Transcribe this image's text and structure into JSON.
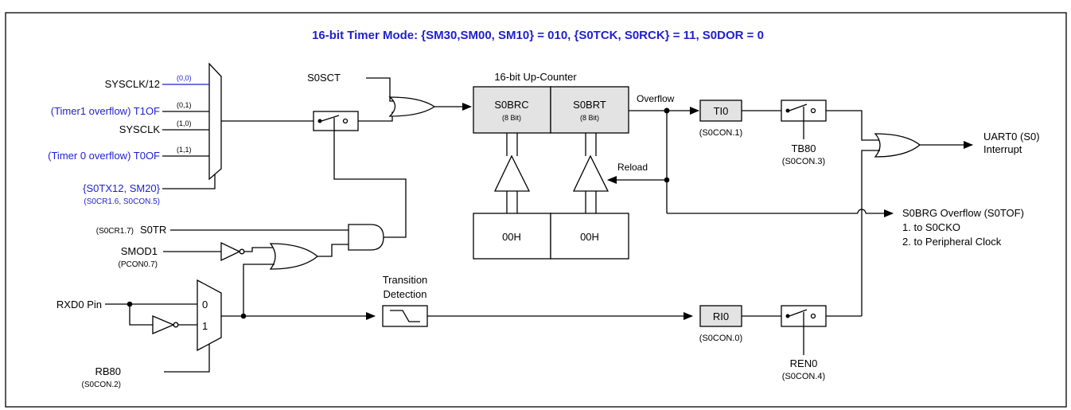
{
  "diagram": {
    "title": "16-bit Timer Mode: {SM30,SM00, SM10} = 010, {S0TCK, S0RCK} = 11, S0DOR = 0",
    "inputs": {
      "sysclk12": "SYSCLK/12",
      "t1of": "(Timer1 overflow) T1OF",
      "sysclk": "SYSCLK",
      "t0of": "(Timer 0 overflow) T0OF",
      "mux_sel": "{S0TX12, SM20}",
      "mux_sel_reg": "(S0CR1.6, S0CON.5)",
      "s0tr_reg": "(S0CR1.7)",
      "s0tr": "S0TR",
      "smod1": "SMOD1",
      "smod1_reg": "(PCON0.7)",
      "rxd0": "RXD0 Pin",
      "rb80": "RB80",
      "rb80_reg": "(S0CON.2)"
    },
    "mux_codes": [
      "(0,0)",
      "(0,1)",
      "(1,0)",
      "(1,1)"
    ],
    "mux2_inputs": [
      "0",
      "1"
    ],
    "s0sct": "S0SCT",
    "counter": {
      "title": "16-bit Up-Counter",
      "low_name": "S0BRC",
      "low_bits": "(8 Bit)",
      "high_name": "S0BRT",
      "high_bits": "(8 Bit)",
      "reload_low": "00H",
      "reload_high": "00H",
      "overflow": "Overflow",
      "reload": "Reload"
    },
    "ti0": {
      "name": "TI0",
      "reg": "(S0CON.1)"
    },
    "tb80": {
      "name": "TB80",
      "reg": "(S0CON.3)"
    },
    "ri0": {
      "name": "RI0",
      "reg": "(S0CON.0)"
    },
    "ren0": {
      "name": "REN0",
      "reg": "(S0CON.4)"
    },
    "transition": {
      "line1": "Transition",
      "line2": "Detection"
    },
    "outputs": {
      "uart_line1": "UART0 (S0)",
      "uart_line2": "Interrupt",
      "brg": "S0BRG Overflow (S0TOF)",
      "brg_1": "1. to S0CKO",
      "brg_2": "2. to Peripheral Clock"
    },
    "colors": {
      "accent": "#1f1fd0",
      "register_fill": "#e3e3e3"
    }
  }
}
